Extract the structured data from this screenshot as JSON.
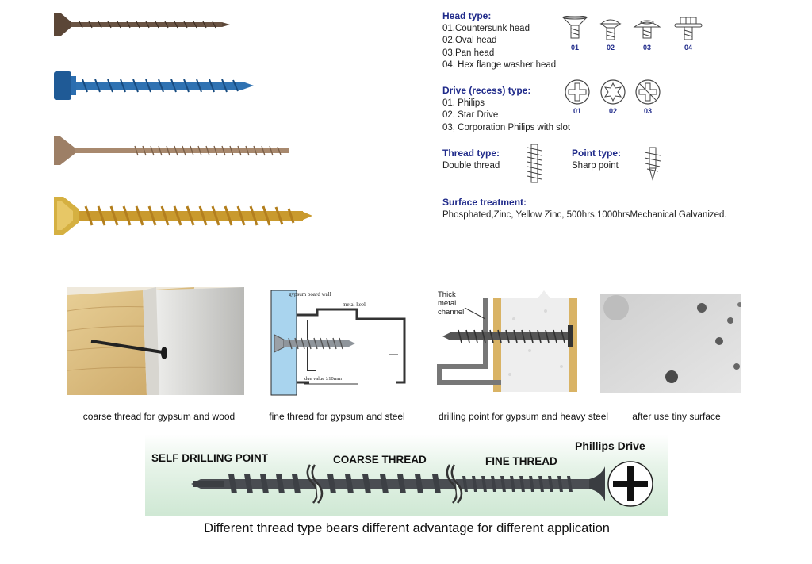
{
  "specs": {
    "head_type": {
      "title": "Head type:",
      "items": [
        "01.Countersunk head",
        "02.Oval head",
        "03.Pan head",
        "04. Hex flange washer head"
      ],
      "icon_labels": [
        "01",
        "02",
        "03",
        "04"
      ],
      "icons": [
        "countersunk-head-icon",
        "oval-head-icon",
        "pan-head-icon",
        "hex-flange-washer-head-icon"
      ]
    },
    "drive_type": {
      "title": "Drive (recess) type:",
      "items": [
        "01. Philips",
        "02. Star Drive",
        "03, Corporation Philips with slot"
      ],
      "icon_labels": [
        "01",
        "02",
        "03"
      ],
      "icons": [
        "philips-drive-icon",
        "star-drive-icon",
        "philips-slot-drive-icon"
      ]
    },
    "thread_type": {
      "title": "Thread type:",
      "value": "Double thread",
      "icon": "double-thread-icon"
    },
    "point_type": {
      "title": "Point type:",
      "value": "Sharp point",
      "icon": "sharp-point-icon"
    },
    "surface_treatment": {
      "title": "Surface treatment:",
      "value": "Phosphated,Zinc, Yellow Zinc, 500hrs,1000hrsMechanical Galvanized."
    }
  },
  "screws": [
    {
      "name": "dark-brown-countersunk-screw",
      "color": "#5a4636"
    },
    {
      "name": "blue-hex-head-screw",
      "color": "#2f6fa8"
    },
    {
      "name": "tan-countersunk-screw",
      "color": "#a0826a"
    },
    {
      "name": "yellow-zinc-screw",
      "color": "#d7a93a"
    }
  ],
  "diagram2": {
    "wall_label": "gypsum board wall",
    "keel_label": "metal keel",
    "value_label": "due value ≥10mm"
  },
  "diagram3": {
    "channel_label": [
      "Thick",
      "metal",
      "channel"
    ]
  },
  "captions": [
    "coarse thread for gypsum and wood",
    "fine thread for gypsum and steel",
    "drilling point for gypsum and heavy steel",
    "after use tiny surface"
  ],
  "banner": {
    "self_drilling": "SELF DRILLING POINT",
    "coarse": "COARSE THREAD",
    "fine": "FINE THREAD",
    "drive": "Phillips Drive",
    "bg_color": "#cfe8d4"
  },
  "footer": "Different thread type bears different advantage for different application"
}
